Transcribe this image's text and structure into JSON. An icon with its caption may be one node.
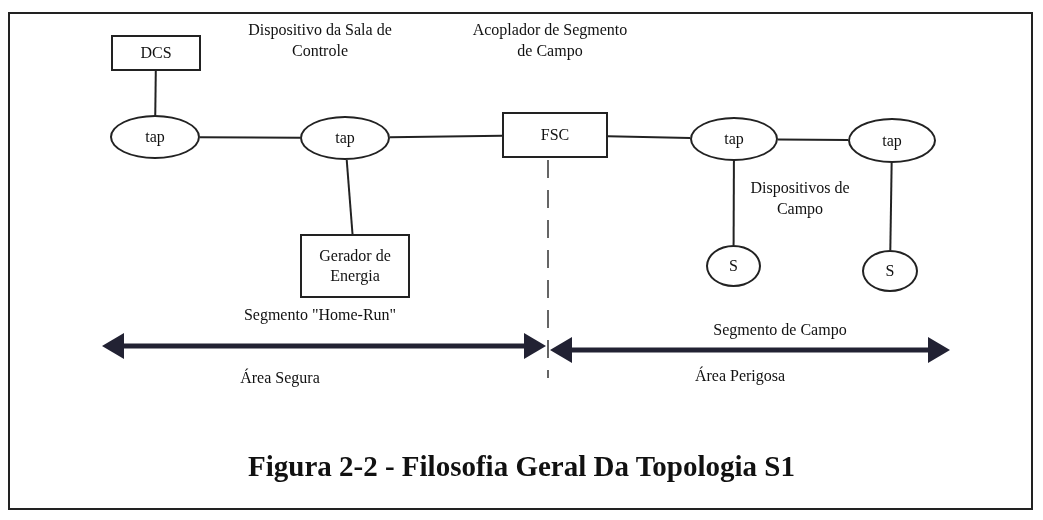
{
  "diagram": {
    "caption": "Figura 2-2 - Filosofia Geral Da Topologia S1",
    "nodes": [
      {
        "text": [
          "DCS"
        ]
      },
      {
        "text": [
          "tap"
        ]
      },
      {
        "text": [
          "tap"
        ]
      },
      {
        "text": [
          "Gerador de Energia"
        ]
      },
      {
        "text": [
          "FSC"
        ]
      },
      {
        "text": [
          "tap"
        ]
      },
      {
        "text": [
          "tap"
        ]
      },
      {
        "text": [
          "S"
        ]
      },
      {
        "text": [
          "S"
        ]
      }
    ],
    "edges": [
      {
        "from": 0,
        "to": 1,
        "arrow": "none"
      },
      {
        "from": 1,
        "to": 2,
        "arrow": "none"
      },
      {
        "from": 2,
        "to": 3,
        "arrow": "none"
      },
      {
        "from": 2,
        "to": 4,
        "arrow": "none"
      },
      {
        "from": 4,
        "to": 5,
        "arrow": "none"
      },
      {
        "from": 5,
        "to": 6,
        "arrow": "none"
      },
      {
        "from": 5,
        "to": 7,
        "arrow": "none"
      },
      {
        "from": 6,
        "to": 8,
        "arrow": "none"
      }
    ],
    "labels": [
      "Dispositivo da Sala de Controle",
      "Acoplador de Segmento de Campo",
      "Dispositivos de Campo",
      "Segmento \"Home-Run\"",
      "Área Segura",
      "Segmento de Campo",
      "Área Perigosa"
    ]
  }
}
